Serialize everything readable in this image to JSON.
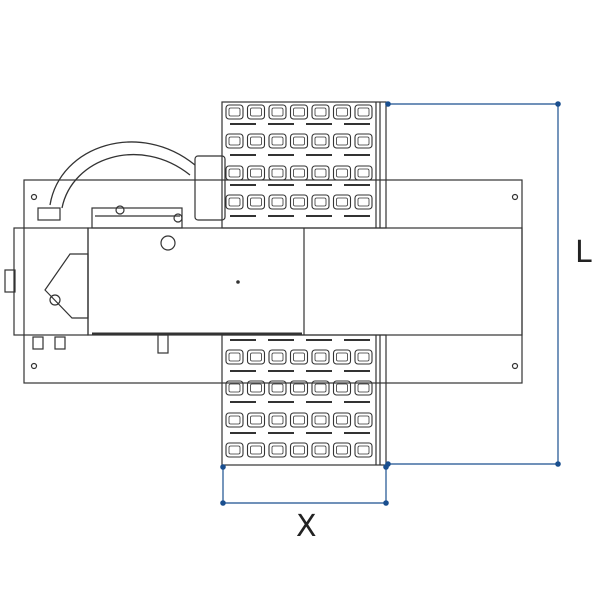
{
  "dimensions": {
    "length_label": "L",
    "width_label": "X"
  },
  "colors": {
    "outline": "#333333",
    "dimension_line": "#1a4f8f",
    "background": "#ffffff"
  },
  "drawing": {
    "view": "top-view",
    "subject": "machine-plan-outline"
  }
}
